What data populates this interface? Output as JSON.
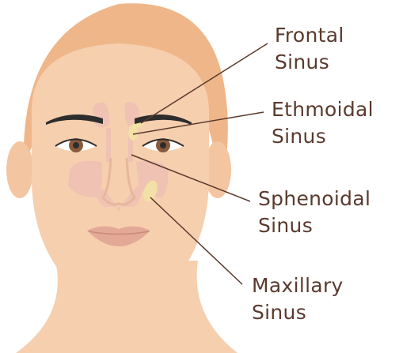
{
  "labels": {
    "frontal": {
      "line1": "Frontal",
      "line2": "Sinus"
    },
    "ethmoidal": {
      "line1": "Ethmoidal",
      "line2": "Sinus"
    },
    "sphenoidal": {
      "line1": "Sphenoidal",
      "line2": "Sinus"
    },
    "maxillary": {
      "line1": "Maxillary",
      "line2": "Sinus"
    }
  },
  "colors": {
    "skin": "#f6cfae",
    "hair": "#efb789",
    "sinus": "#efc2b4",
    "highlight": "#f2e0a6",
    "lips": "#e3a996",
    "brow": "#2d2d2d",
    "iris": "#8a5a3b",
    "text": "#5a3a2e",
    "leader": "#5a3a2e"
  }
}
